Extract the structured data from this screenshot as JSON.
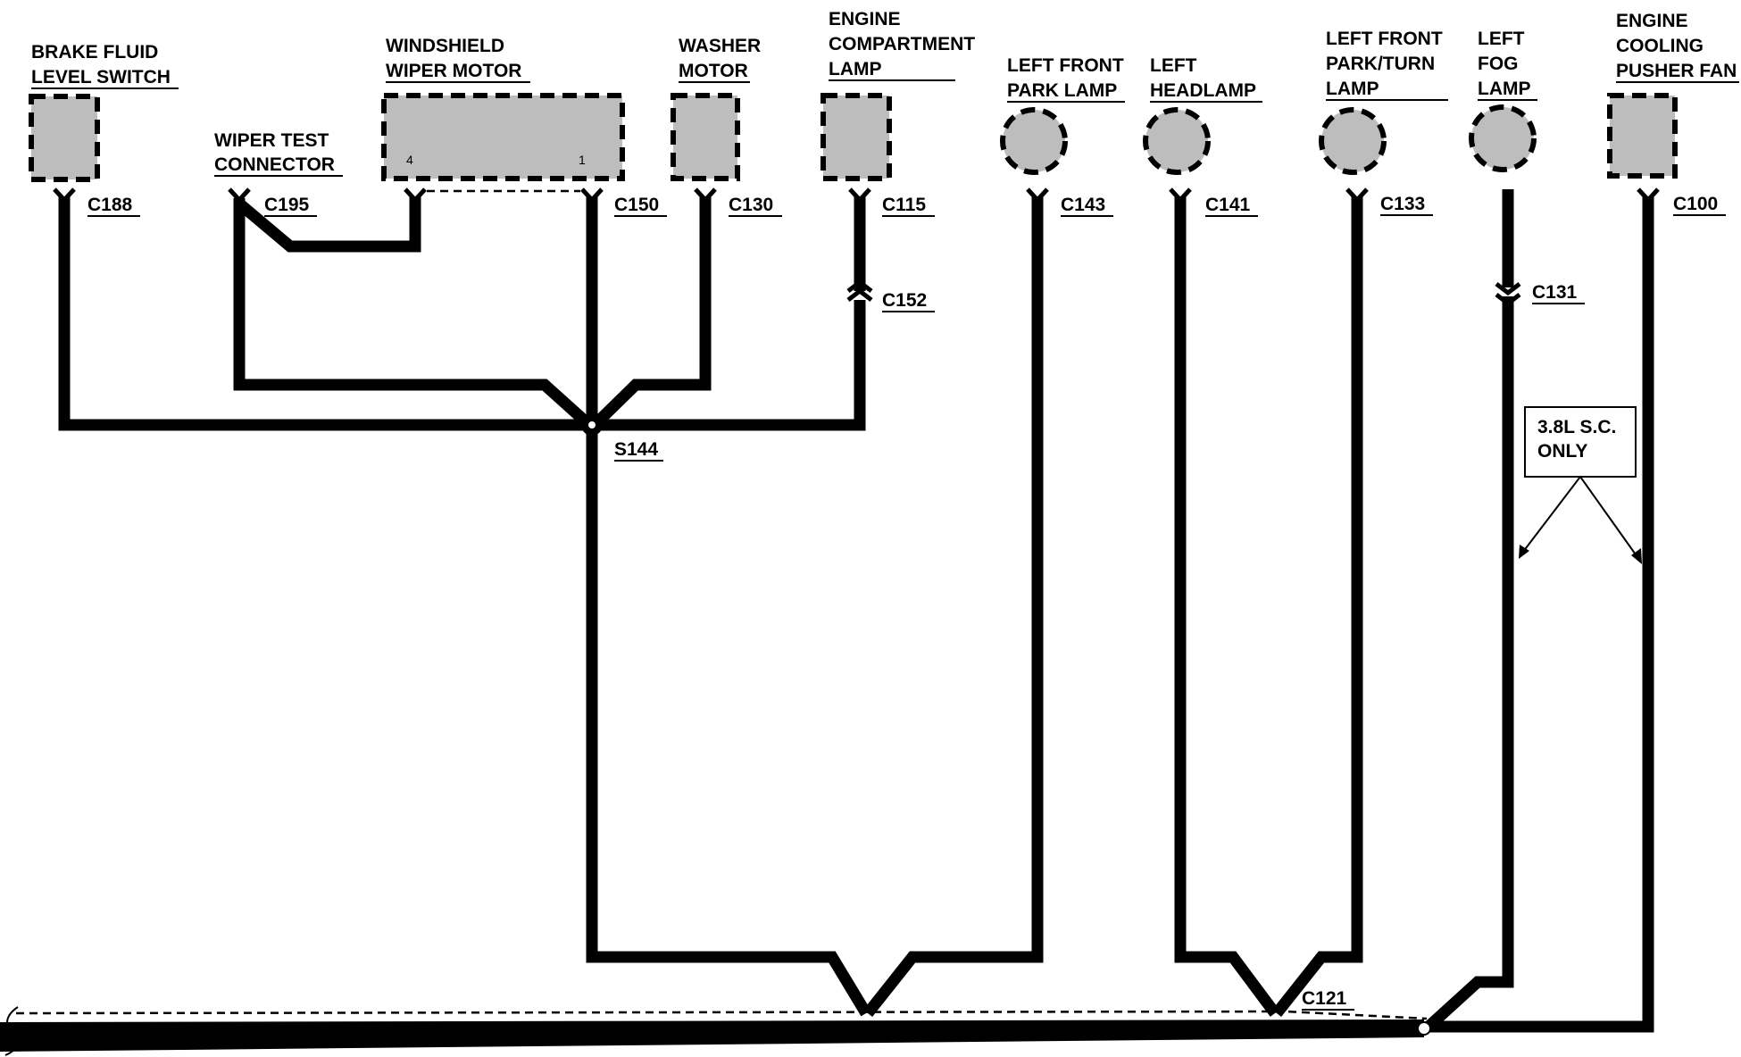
{
  "colors": {
    "ink": "#000000",
    "component_fill": "#bdbdbd",
    "background": "#ffffff"
  },
  "components": {
    "brake_fluid_level_switch": {
      "lines": [
        "BRAKE FLUID",
        "LEVEL SWITCH"
      ],
      "connector": "C188"
    },
    "wiper_test_connector": {
      "lines": [
        "WIPER TEST",
        "CONNECTOR"
      ],
      "connector": "C195"
    },
    "windshield_wiper_motor": {
      "lines": [
        "WINDSHIELD",
        "WIPER MOTOR"
      ],
      "connector": "C150",
      "pin_left": "4",
      "pin_right": "1"
    },
    "washer_motor": {
      "lines": [
        "WASHER",
        "MOTOR"
      ],
      "connector": "C130"
    },
    "engine_compartment_lamp": {
      "lines": [
        "ENGINE",
        "COMPARTMENT",
        "LAMP"
      ],
      "connector": "C115",
      "inline_connector": "C152"
    },
    "left_front_park_lamp": {
      "lines": [
        "LEFT FRONT",
        "PARK LAMP"
      ],
      "connector": "C143"
    },
    "left_headlamp": {
      "lines": [
        "LEFT",
        "HEADLAMP"
      ],
      "connector": "C141"
    },
    "left_front_park_turn_lamp": {
      "lines": [
        "LEFT FRONT",
        "PARK/TURN",
        "LAMP"
      ],
      "connector": "C133"
    },
    "left_fog_lamp": {
      "lines": [
        "LEFT",
        "FOG",
        "LAMP"
      ],
      "connector": "C131"
    },
    "engine_cooling_pusher_fan": {
      "lines": [
        "ENGINE",
        "COOLING",
        "PUSHER FAN"
      ],
      "connector": "C100"
    }
  },
  "splice": {
    "label": "S144"
  },
  "harness_connector": {
    "label": "C121"
  },
  "note": {
    "lines": [
      "3.8L S.C.",
      "ONLY"
    ]
  }
}
